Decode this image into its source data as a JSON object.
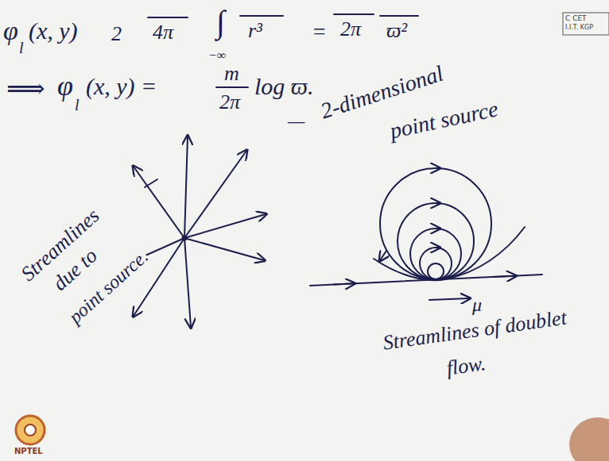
{
  "diagram": {
    "labels": [
      "φ",
      "l",
      "(x, y)",
      "2",
      "4π",
      "∫",
      "r³",
      "−∞",
      "=",
      "2π",
      "ϖ²",
      "⟹",
      "φ",
      "l",
      "(x, y) =",
      "m",
      "2π",
      "log ϖ.",
      "—",
      "2-dimensional",
      "point source",
      "Streamlines",
      "due to",
      "point source.",
      "μ",
      "Streamlines of doublet",
      "flow.",
      "C CET",
      "I.I.T. KGP",
      "NPTEL"
    ]
  }
}
